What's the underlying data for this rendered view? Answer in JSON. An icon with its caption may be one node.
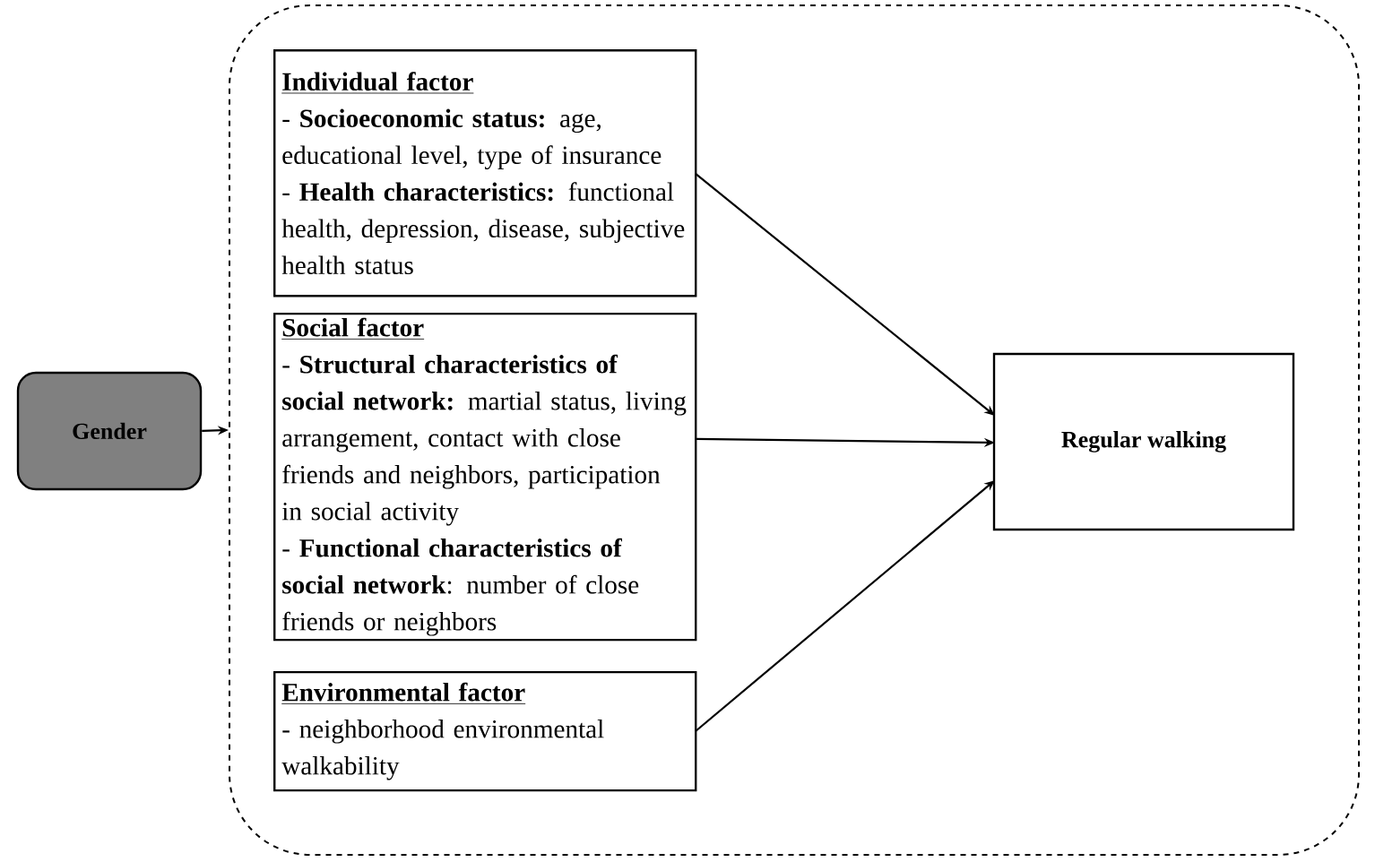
{
  "diagram": {
    "nodes": [
      {
        "text": [],
        "shape": "box"
      },
      {
        "text": [
          "Gender"
        ]
      },
      {
        "text": [
          "Individual factor",
          "- **Socioeconomic status:** age, educational level, type of insurance",
          "- **Health characteristics:** functional health, depression, disease, subjective health status"
        ],
        "in": 0
      },
      {
        "text": [
          "Social factor",
          "- **Structural characteristics of social network:** martial status, living arrangement, contact with close friends and neighbors, participation  in social activity",
          "- **Functional characteristics of social network**: number of close friends or neighbors"
        ],
        "in": 0
      },
      {
        "text": [
          "Environmental factor",
          "- neighborhood environmental walkability"
        ],
        "in": 0
      },
      {
        "text": [
          "Regular walking"
        ],
        "in": 0
      }
    ],
    "edges": [
      {
        "from": 1,
        "to": 0,
        "arrow": "to"
      },
      {
        "from": 2,
        "to": 5,
        "arrow": "to"
      },
      {
        "from": 3,
        "to": 5,
        "arrow": "to"
      },
      {
        "from": 4,
        "to": 5,
        "arrow": "to"
      }
    ]
  }
}
